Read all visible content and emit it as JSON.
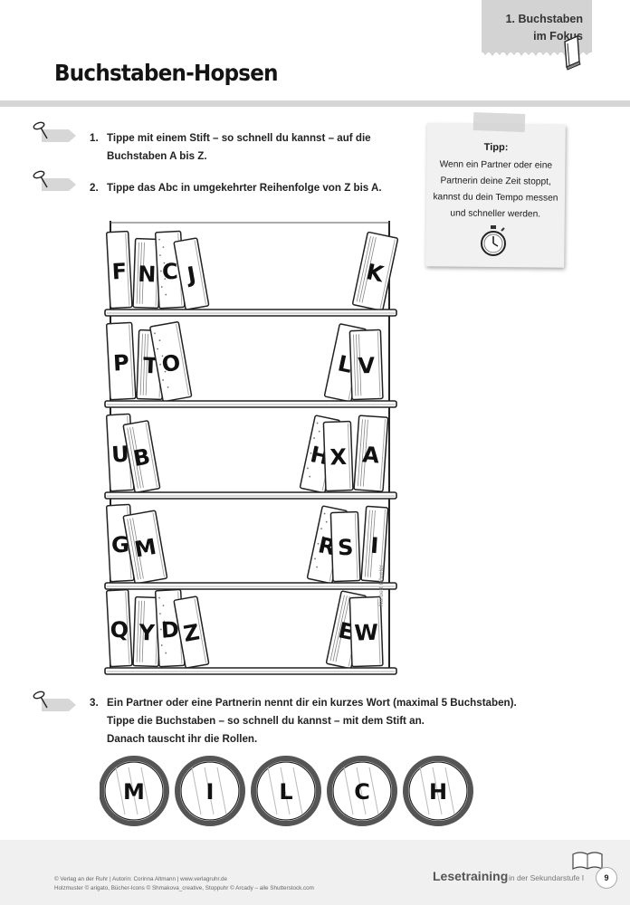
{
  "header": {
    "section_line1": "1. Buchstaben",
    "section_line2": "im Fokus",
    "title": "Buchstaben-Hopsen"
  },
  "tasks": [
    {
      "number": "1.",
      "lines": [
        "Tippe mit einem Stift – so schnell du kannst – auf die",
        "Buchstaben A bis Z."
      ]
    },
    {
      "number": "2.",
      "lines": [
        "Tippe das Abc in umgekehrter Reihenfolge von Z bis A."
      ]
    },
    {
      "number": "3.",
      "lines": [
        "Ein Partner oder eine Partnerin nennt dir ein kurzes Wort (maximal 5 Buchstaben).",
        "Tippe die Buchstaben – so schnell du kannst – mit dem Stift an.",
        "Danach tauscht ihr die Rollen."
      ]
    }
  ],
  "tip": {
    "title": "Tipp:",
    "lines": [
      "Wenn ein Partner oder eine",
      "Partnerin deine Zeit stoppt,",
      "kannst du dein Tempo messen",
      "und schneller werden."
    ],
    "icon": "stopwatch-icon"
  },
  "bookshelf": {
    "shelves": [
      {
        "left": [
          "F",
          "N",
          "C",
          "J"
        ],
        "right": [
          "K"
        ]
      },
      {
        "left": [
          "P",
          "T",
          "O"
        ],
        "right": [
          "L",
          "V"
        ]
      },
      {
        "left": [
          "U",
          "B"
        ],
        "right": [
          "H",
          "X",
          "A"
        ]
      },
      {
        "left": [
          "G",
          "M"
        ],
        "right": [
          "R",
          "S",
          "I"
        ]
      },
      {
        "left": [
          "Q",
          "Y",
          "D",
          "Z"
        ],
        "right": [
          "E",
          "W"
        ]
      }
    ],
    "credit": "Norbert Höveler"
  },
  "word_circles": [
    "M",
    "I",
    "L",
    "C",
    "H"
  ],
  "footer": {
    "line1": "© Verlag an der Ruhr | Autorin: Corinna Altmann | www.verlagruhr.de",
    "line2": "Holzmuster © arigato, Bücher-Icons © Shmakova_creative, Stoppuhr © Arcady – alle Shutterstock.com",
    "brand": "Lesetraining",
    "brand_sub": "in der Sekundarstufe I",
    "page_number": "9"
  }
}
